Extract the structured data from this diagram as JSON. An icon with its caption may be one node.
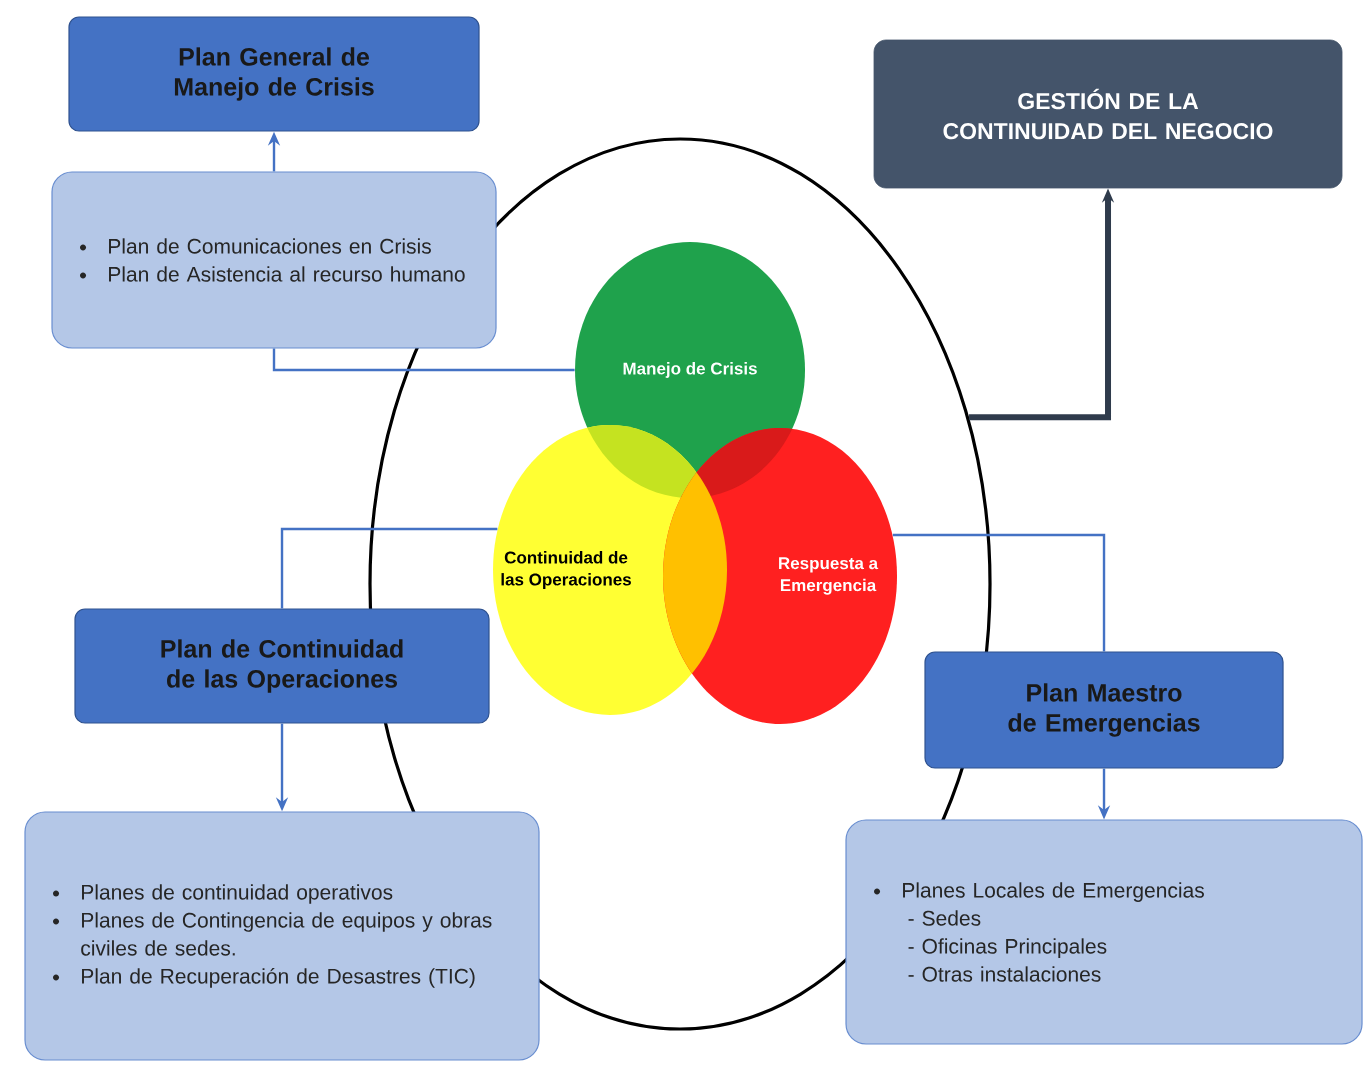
{
  "diagram": {
    "nodes": [
      {
        "text": [
          "Plan General de Manejo de Crisis"
        ]
      },
      {
        "text": [
          "Plan de Comunicaciones en Crisis",
          "Plan de Asistencia al recurso humano"
        ]
      },
      {
        "text": [
          "GESTIÓN DE LA CONTINUIDAD DEL NEGOCIO"
        ]
      },
      {
        "text": [],
        "shape": "circle"
      },
      {
        "text": [
          "Manejo de Crisis"
        ],
        "in": 3
      },
      {
        "text": [
          "Continuidad de las Operaciones"
        ],
        "in": 3
      },
      {
        "text": [
          "Respuesta a Emergencia"
        ],
        "in": 3
      },
      {
        "text": [
          "Plan de Continuidad de las Operaciones"
        ]
      },
      {
        "text": [
          "Plan Maestro de Emergencias"
        ]
      },
      {
        "text": [
          "Planes de continuidad operativos",
          "Planes de Contingencia de equipos y obras civiles de sedes.",
          "Plan de Recuperación de Desastres (TIC)"
        ]
      },
      {
        "text": [
          "Planes Locales de Emergencias",
          "- Sedes",
          "- Oficinas Principales",
          "- Otras instalaciones"
        ]
      }
    ],
    "edges": [
      {
        "from": 1,
        "to": 0,
        "arrow": "to"
      },
      {
        "from": 4,
        "to": 1,
        "arrow": "none"
      },
      {
        "from": 5,
        "to": 7,
        "arrow": "none"
      },
      {
        "from": 7,
        "to": 9,
        "arrow": "to"
      },
      {
        "from": 6,
        "to": 8,
        "arrow": "none"
      },
      {
        "from": 8,
        "to": 10,
        "arrow": "to"
      },
      {
        "from": 3,
        "to": 2,
        "arrow": "to",
        "style": "thick",
        "color": "#2f3b4c"
      }
    ]
  }
}
